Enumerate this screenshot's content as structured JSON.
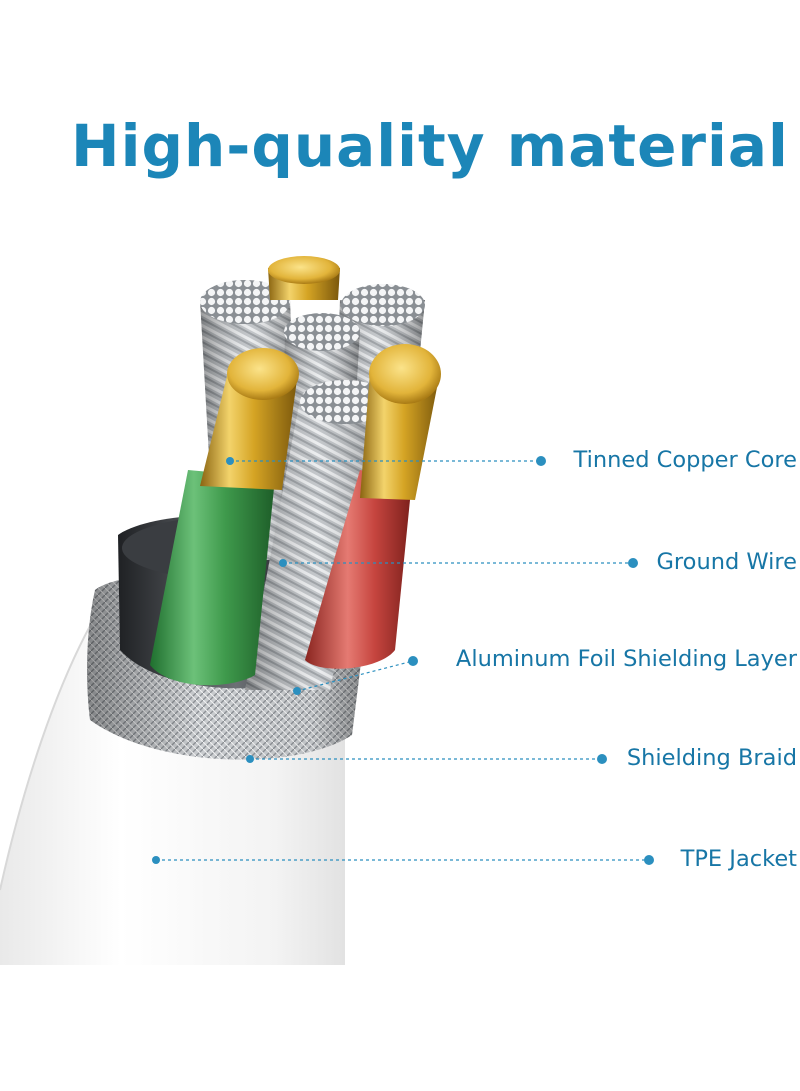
{
  "title": "High-quality material",
  "colors": {
    "title": "#1c86b8",
    "label": "#1776a6",
    "leader_line": "#2b8fbf",
    "gold": "#d4a21c",
    "green_insulation": "#3f9a4c",
    "red_insulation": "#c6453f",
    "foil_ring": "#2d3033",
    "jacket": "#f2f2f2"
  },
  "callouts": [
    {
      "id": "tinned-copper-core",
      "label": "Tinned Copper Core"
    },
    {
      "id": "ground-wire",
      "label": "Ground Wire"
    },
    {
      "id": "aluminum-foil-shielding-layer",
      "label": "Aluminum Foil Shielding Layer"
    },
    {
      "id": "shielding-braid",
      "label": "Shielding Braid"
    },
    {
      "id": "tpe-jacket",
      "label": "TPE Jacket"
    }
  ]
}
